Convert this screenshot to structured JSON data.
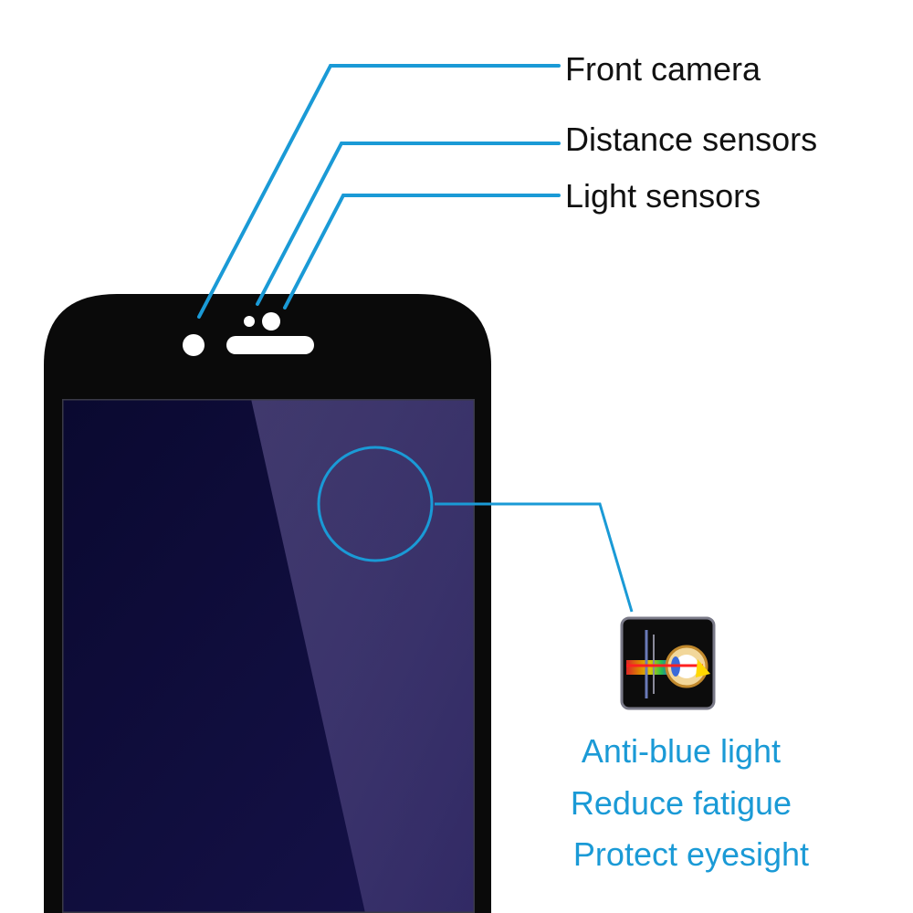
{
  "callouts": {
    "front_camera": "Front camera",
    "distance_sensors": "Distance sensors",
    "light_sensors": "Light sensors"
  },
  "features": [
    "Anti-blue light",
    "Reduce fatigue",
    "Protect eyesight"
  ],
  "colors": {
    "leader_line": "#1a9ad6",
    "feature_text": "#1a9ad6",
    "label_text": "#111111",
    "phone_bezel": "#0a0a0a",
    "screen": "#0b0a2e"
  },
  "icons": {
    "inset": "eye-light-icon"
  }
}
